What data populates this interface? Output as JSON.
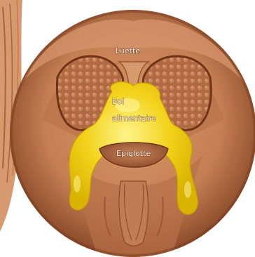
{
  "labels": {
    "uvula": "Luette",
    "bolus_line1": "Bol",
    "bolus_line2": "alimentaire",
    "epiglottis": "Epiglotte"
  },
  "colors": {
    "background": "#ffffff",
    "tissue": "#c98a5c",
    "tissue_dark": "#8e4f2e",
    "tissue_light": "#e0a77a",
    "bolus": "#f2d21a",
    "bolus_highlight": "#fff48a",
    "label_text": "#f3e8e0"
  }
}
